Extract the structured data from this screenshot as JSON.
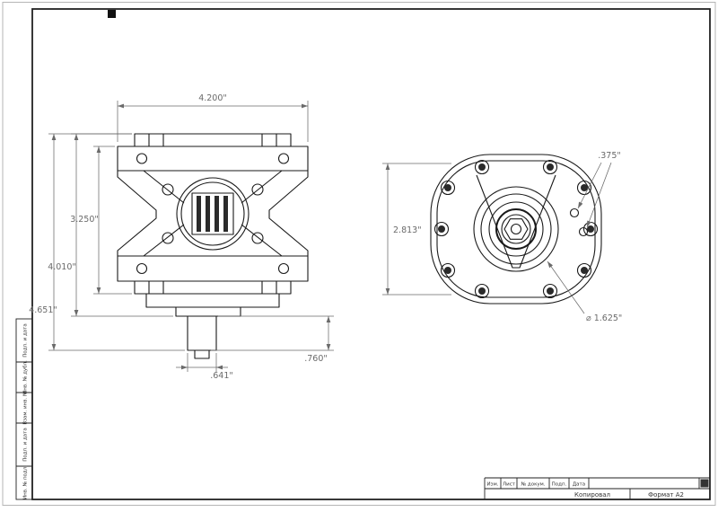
{
  "sheet": {
    "title_block": {
      "cells": [
        "Изм.",
        "Лист",
        "№ докум.",
        "Подп.",
        "Дата"
      ],
      "copied_label": "Копировал",
      "format_label": "Формат А2"
    },
    "side_labels": [
      "Подп. и дата",
      "Инв. № дубл.",
      "Взам. инв. №",
      "Подп. и дата",
      "Инв. № подл."
    ]
  },
  "side_view": {
    "dim_width": "4.200\"",
    "dim_body_height": "3.250\"",
    "dim_mid_height": "4.010\"",
    "dim_overall_height": "4.651\"",
    "dim_shaft_dia": ".641\"",
    "dim_shaft_len": ".760\""
  },
  "front_view": {
    "dim_bolt_hole": ".375\"",
    "dim_height": "2.813\"",
    "dim_hub_dia": "⌀ 1.625\""
  },
  "colors": {
    "outline": "#1a1a1a",
    "dimension": "#6a6a6a"
  }
}
